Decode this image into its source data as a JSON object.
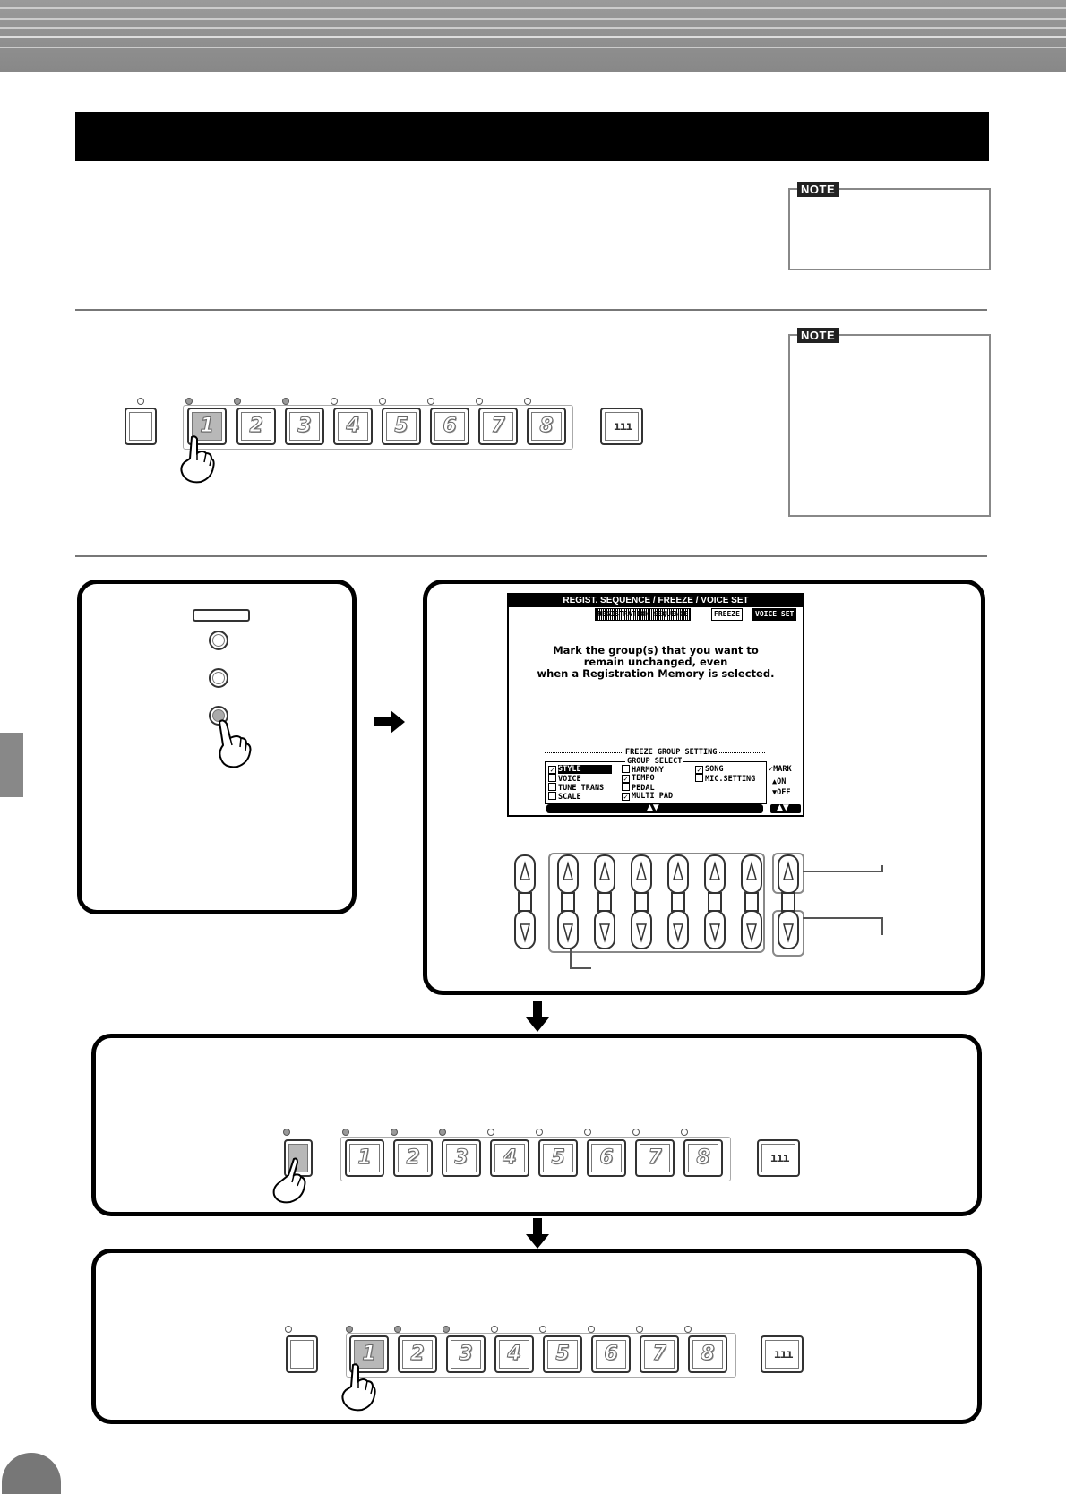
{
  "notes": [
    {
      "tag": "NOTE"
    },
    {
      "tag": "NOTE"
    }
  ],
  "registration_panel": {
    "buttons": [
      "1",
      "2",
      "3",
      "4",
      "5",
      "6",
      "7",
      "8"
    ]
  },
  "lcd": {
    "title": "REGIST. SEQUENCE / FREEZE / VOICE SET",
    "tabs": [
      "REGISTRATION SEQUENCE",
      "FREEZE",
      "VOICE SET"
    ],
    "message_lines": [
      "Mark the group(s) that you want to",
      "remain unchanged, even",
      "when a Registration Memory is selected."
    ],
    "section_title": "FREEZE GROUP SETTING",
    "group_title": "GROUP SELECT",
    "groups": [
      {
        "label": "STYLE",
        "checked": true
      },
      {
        "label": "VOICE",
        "checked": false
      },
      {
        "label": "TUNE TRANS",
        "checked": false
      },
      {
        "label": "SCALE",
        "checked": false
      },
      {
        "label": "HARMONY",
        "checked": false
      },
      {
        "label": "TEMPO",
        "checked": true
      },
      {
        "label": "PEDAL",
        "checked": false
      },
      {
        "label": "MULTI PAD",
        "checked": true
      },
      {
        "label": "SONG",
        "checked": true
      },
      {
        "label": "MIC.SETTING",
        "checked": false
      }
    ],
    "legend_mark": "MARK",
    "legend_on": "ON",
    "legend_off": "OFF"
  }
}
